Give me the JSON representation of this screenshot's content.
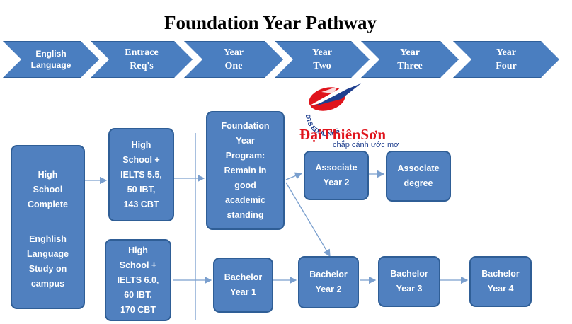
{
  "title": "Foundation Year Pathway",
  "colors": {
    "box_fill": "#5080bf",
    "arrow_fill": "#4a7ec0",
    "connector": "#7a9fce"
  },
  "stages": [
    "English\nLanguage",
    "Entrace\nReq's",
    "Year\nOne",
    "Year\nTwo",
    "Year\nThree",
    "Year\nFour"
  ],
  "boxes": {
    "high_school_complete": "High\nSchool\nComplete",
    "english_study": "Enghlish\nLanguage\nStudy on\ncampus",
    "req_ielts_55": "High\nSchool +\nIELTS 5.5,\n50 IBT,\n143 CBT",
    "req_ielts_60": "High\nSchool +\nIELTS 6.0,\n60 IBT,\n170 CBT",
    "foundation_program": "Foundation\nYear\nProgram:\nRemain in\ngood\nacademic\nstanding",
    "associate_year_2": "Associate\nYear 2",
    "associate_degree": "Associate\ndegree",
    "bachelor_year_1": "Bachelor\nYear 1",
    "bachelor_year_2": "Bachelor\nYear 2",
    "bachelor_year_3": "Bachelor\nYear 3",
    "bachelor_year_4": "Bachelor\nYear 4"
  },
  "logo": {
    "ring_text": "DTS EDULINKS",
    "brand": "ĐạiThiênSơn",
    "tagline": "chắp cánh ước mơ"
  }
}
